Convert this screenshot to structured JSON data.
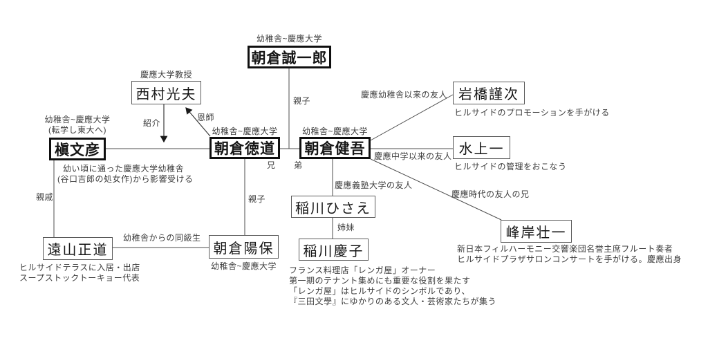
{
  "nodes": {
    "seiichiro": {
      "name": "朝倉誠一郎",
      "above1": "幼稚舎~慶應大学"
    },
    "nishimura": {
      "name": "西村光夫",
      "above1": "慶應大学教授"
    },
    "maki": {
      "name": "槇文彦",
      "above1": "幼稚舎~慶應大学",
      "above2": "(転学し東大へ)",
      "below1": "幼い頃に通った慶應大学幼稚舎",
      "below2": "(谷口吉郎の処女作)から影響受ける"
    },
    "tokumichi": {
      "name": "朝倉徳道",
      "above1": "幼稚舎~慶應大学"
    },
    "kengo": {
      "name": "朝倉健吾",
      "above1": "幼稚舎~慶應大学"
    },
    "iwahashi": {
      "name": "岩橋謹次",
      "below1": "ヒルサイドのプロモーションを手がける"
    },
    "mizukami": {
      "name": "水上一",
      "below1": "ヒルサイドの管理をおこなう"
    },
    "minegishi": {
      "name": "峰岸壮一",
      "below1": "新日本フィルハーモニー交響楽団名誉主席フルート奏者",
      "below2": "ヒルサイドプラザサロンコンサートを手がける。慶應出身"
    },
    "hisae": {
      "name": "稲川ひさえ"
    },
    "keiko": {
      "name": "稲川慶子",
      "below1": "フランス料理店「レンガ屋」オーナー",
      "below2": "第一期のテナント集めにも重要な役割を果たす",
      "below3": "「レンガ屋」はヒルサイドのシンボルであり、",
      "below4": "『三田文學』にゆかりのある文人・芸術家たちが集う"
    },
    "yoho": {
      "name": "朝倉陽保",
      "below1": "幼稚舎~慶應大学"
    },
    "toyama": {
      "name": "遠山正道",
      "below1": "ヒルサイドテラスに入居・出店",
      "below2": "スープストックトーキョー代表"
    }
  },
  "edges": {
    "oyako_seiichiro": "親子",
    "shokai": "紹介",
    "onshi": "恩師",
    "ani": "兄",
    "otouto": "弟",
    "yochisha_friend": "慶應幼稚舎以来の友人",
    "chugaku_friend": "慶應中学以来の友人",
    "jidai_ani": "慶應時代の友人の兄",
    "gijuku_friend": "慶應義塾大学の友人",
    "shimai": "姉妹",
    "oyako_yoho": "親子",
    "dokyusei": "幼稚舎からの同級生",
    "shinseki": "親戚"
  },
  "colors": {
    "line": "#4d4d4d",
    "bold_border": "#0f0f0f",
    "thin_border": "#5a5a5a",
    "small_text": "#3c3c3c"
  }
}
